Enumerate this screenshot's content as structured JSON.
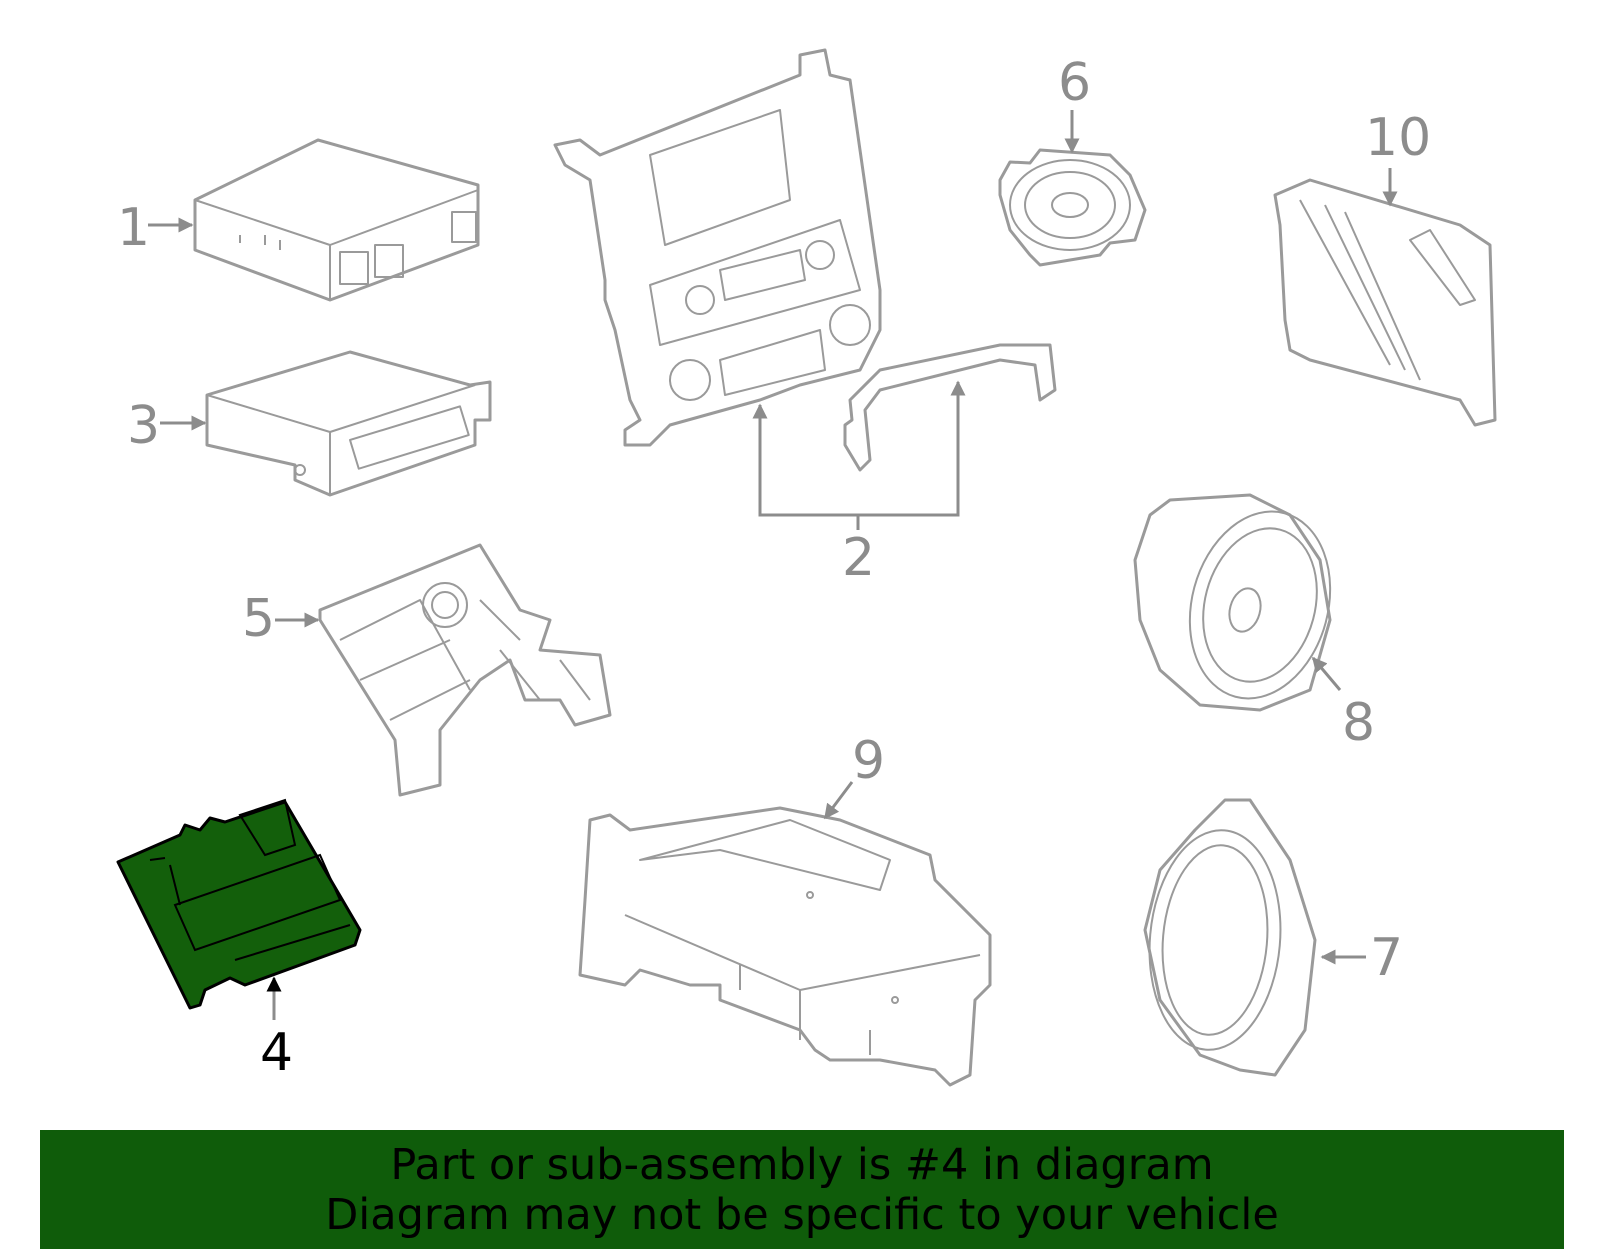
{
  "callouts": {
    "c1": "1",
    "c2": "2",
    "c3": "3",
    "c4": "4",
    "c5": "5",
    "c6": "6",
    "c7": "7",
    "c8": "8",
    "c9": "9",
    "c10": "10"
  },
  "highlighted_part": "4",
  "colors": {
    "highlight_fill": "#135f0b",
    "banner_bg": "#0f5c0a",
    "line_gray": "#9a9a9a"
  },
  "banner": {
    "line1": "Part or sub-assembly is #4 in diagram",
    "line2": "Diagram may not be specific to your vehicle"
  }
}
